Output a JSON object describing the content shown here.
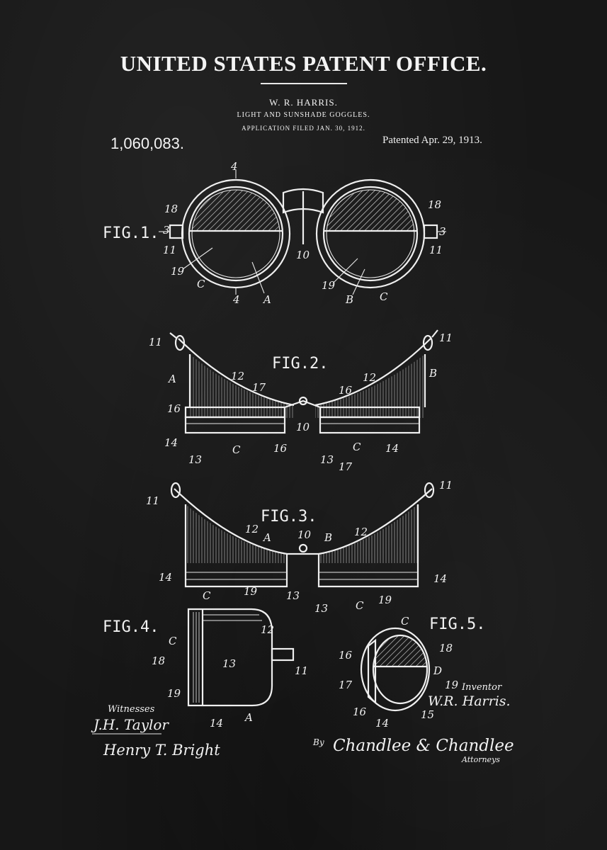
{
  "header": {
    "office": "UNITED STATES PATENT OFFICE.",
    "inventor": "W. R. HARRIS.",
    "subject": "LIGHT AND SUNSHADE GOGGLES.",
    "filed": "APPLICATION FILED JAN. 30, 1912.",
    "patent_number": "1,060,083.",
    "patent_date": "Patented Apr. 29, 1913."
  },
  "figures": {
    "fig1": "FIG.1.",
    "fig2": "FIG.2.",
    "fig3": "FIG.3.",
    "fig4": "FIG.4.",
    "fig5": "FIG.5."
  },
  "labels": {
    "n4": "4",
    "n18": "18",
    "n3": "3",
    "n11": "11",
    "n10": "10",
    "n19": "19",
    "C": "C",
    "A": "A",
    "B": "B",
    "D": "D",
    "n12": "12",
    "n17": "17",
    "n16": "16",
    "n14": "14",
    "n13": "13",
    "n15": "15"
  },
  "footer": {
    "witnesses": "Witnesses",
    "witness1": "J.H. Taylor",
    "witness2": "Henry T. Bright",
    "inventor_label": "Inventor",
    "inventor_sig": "W.R. Harris.",
    "by": "By",
    "attorney_sig": "Chandlee & Chandlee",
    "attorneys": "Attorneys"
  }
}
